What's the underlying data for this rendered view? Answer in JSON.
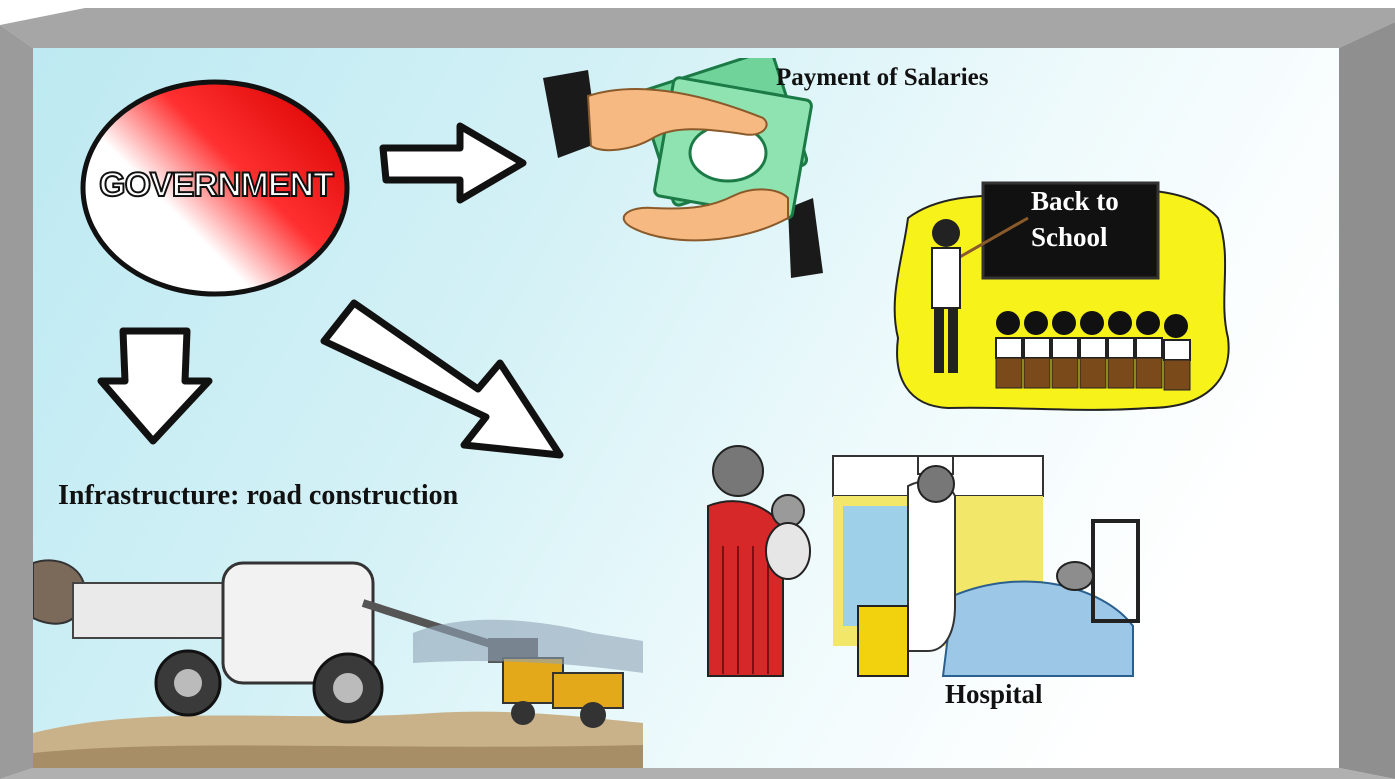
{
  "government": {
    "label": "GOVERNMENT"
  },
  "nodes": {
    "salaries": "Payment of Salaries",
    "school_line1": "Back to",
    "school_line2": "School",
    "infrastructure": "Infrastructure: road construction",
    "hospital": "Hospital"
  },
  "colors": {
    "frame": "#a3a3a3",
    "government_red": "#e0000a",
    "money_green": "#6fd39a",
    "school_yellow": "#f7f21a",
    "blackboard": "#111111"
  }
}
